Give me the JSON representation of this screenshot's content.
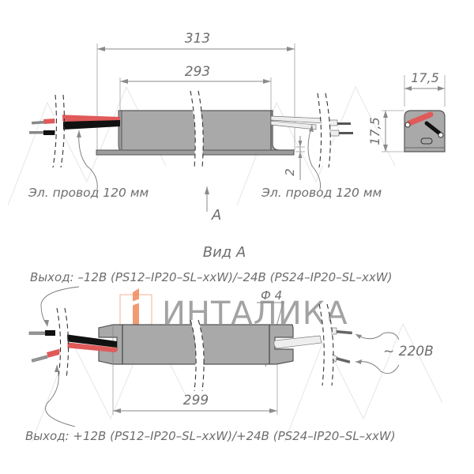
{
  "drawing": {
    "title": "Power supply PS-IP20-SL technical drawing",
    "colors": {
      "body": "#a9a9a9",
      "wire_red": "#e05a5a",
      "wire_black": "#111111",
      "wire_white": "#e8e8e8",
      "dimension": "#8a8a8a",
      "text": "#6e6e6e",
      "logo_orange": "#f08a5a",
      "logo_gray": "#9a9a9a"
    }
  },
  "top_view": {
    "dim_overall": "313",
    "dim_body": "293",
    "dim_flange": "2",
    "label_left_wire": "Эл. провод 120 мм",
    "label_right_wire": "Эл. провод 120 мм",
    "view_arrow_label": "A"
  },
  "side_view": {
    "dim_width": "17,5",
    "dim_height": "17,5"
  },
  "view_a": {
    "title": "Вид А",
    "output_minus": "Выход: –12В (PS12–IP20–SL–xxW)/–24В (PS24–IP20–SL–xxW)",
    "output_plus": "Выход: +12В (PS12–IP20–SL–xxW)/+24В (PS24–IP20–SL–xxW)",
    "dim_diameter": "Ф 4",
    "dim_length": "299",
    "input_label": "~ 220В"
  },
  "watermark": {
    "logo_text": "ИНТАЛИКА"
  }
}
